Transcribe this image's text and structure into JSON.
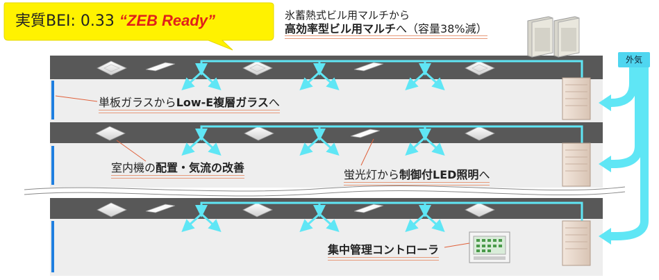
{
  "headline": {
    "prefix": "実質BEI: 0.33",
    "highlight": "“ZEB Ready”"
  },
  "top_note": {
    "line1": "氷蓄熱式ビル用マルチから",
    "line2_bold": "高効率型ビル用マルチ",
    "line2_rest": "へ（容量38%減）"
  },
  "outside_air": "外気",
  "labels": {
    "glass_pre": "単板ガラスから",
    "glass_bold": "Low-E複層ガラス",
    "glass_post": "へ",
    "indoor_pre": "室内機の",
    "indoor_bold": "配置・気流の改善",
    "light_pre": "蛍光灯から",
    "light_bold": "制御付LED照明",
    "light_post": "へ",
    "controller_bold": "集中管理コントローラ"
  },
  "colors": {
    "bubble": "#fff200",
    "floor_band": "#585858",
    "floor_room": "#eeeeee",
    "duct": "#5fe6f5",
    "window": "#1f7fe0",
    "accent_text": "#e0201a",
    "leader": "#e0603a"
  },
  "floors": 3,
  "icons": [
    "ceiling-cassette-icon",
    "fluorescent-light-icon",
    "outdoor-unit-icon",
    "indoor-unit-icon",
    "controller-icon",
    "air-arrow-icon"
  ]
}
